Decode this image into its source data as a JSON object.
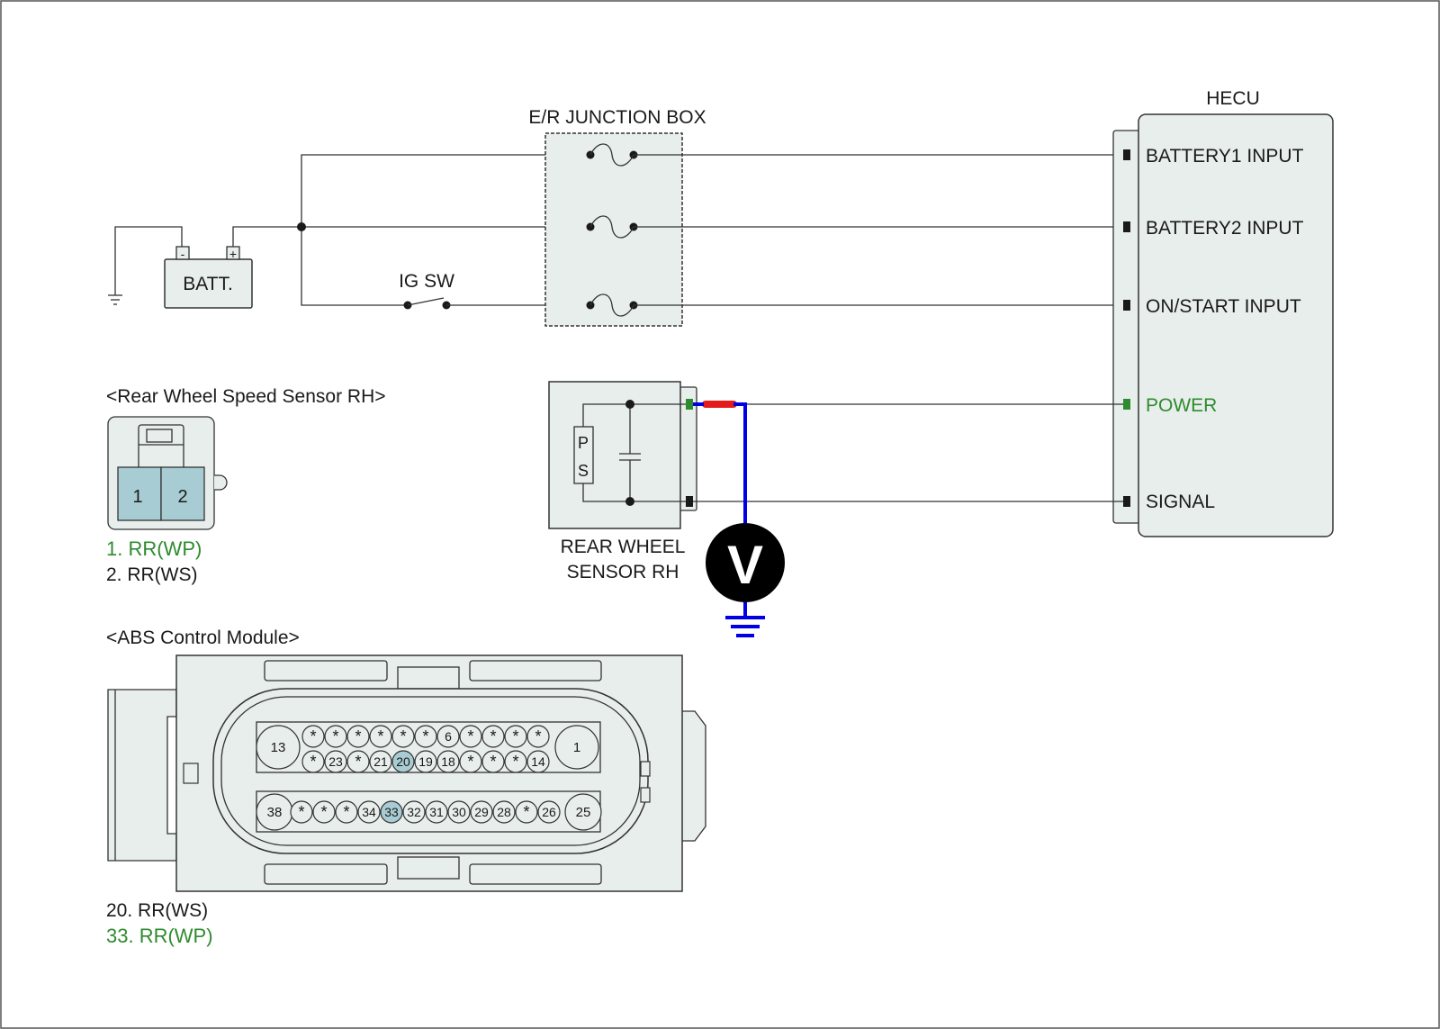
{
  "colors": {
    "fill": "#e8eeec",
    "outline": "#333333",
    "highlight": "#a8ccd3",
    "power_green": "#2e8b2e",
    "probe_blue": "#0000e6",
    "probe_red": "#e31b1b"
  },
  "junction_box": {
    "title": "E/R JUNCTION BOX"
  },
  "battery": {
    "label": "BATT.",
    "neg": "-",
    "pos": "+"
  },
  "ig_switch": {
    "label": "IG SW"
  },
  "hecu": {
    "title": "HECU",
    "pins": {
      "battery1": "BATTERY1 INPUT",
      "battery2": "BATTERY2 INPUT",
      "on_start": "ON/START INPUT",
      "power": "POWER",
      "signal": "SIGNAL"
    }
  },
  "sensor": {
    "title_line1": "REAR WHEEL",
    "title_line2": "SENSOR RH",
    "p": "P",
    "s": "S"
  },
  "voltmeter": {
    "label": "V",
    "icon": "voltmeter-icon"
  },
  "rear_connector": {
    "title": "<Rear Wheel Speed Sensor RH>",
    "pins": [
      "1",
      "2"
    ],
    "legend": [
      {
        "text": "1. RR(WP)",
        "color": "power_green"
      },
      {
        "text": "2. RR(WS)",
        "color": "outline"
      }
    ]
  },
  "abs_connector": {
    "title": "<ABS Control Module>",
    "row1": [
      "13",
      "*",
      "*",
      "*",
      "*",
      "*",
      "*",
      "6",
      "*",
      "*",
      "*",
      "*",
      "1"
    ],
    "row2": [
      "*",
      "23",
      "*",
      "21",
      "20",
      "19",
      "18",
      "*",
      "*",
      "*",
      "14"
    ],
    "row3": [
      "38",
      "*",
      "*",
      "*",
      "34",
      "33",
      "32",
      "31",
      "30",
      "29",
      "28",
      "*",
      "26",
      "25"
    ],
    "highlighted": [
      "20",
      "33"
    ],
    "legend": [
      {
        "text": "20. RR(WS)",
        "color": "outline"
      },
      {
        "text": "33. RR(WP)",
        "color": "power_green"
      }
    ]
  }
}
